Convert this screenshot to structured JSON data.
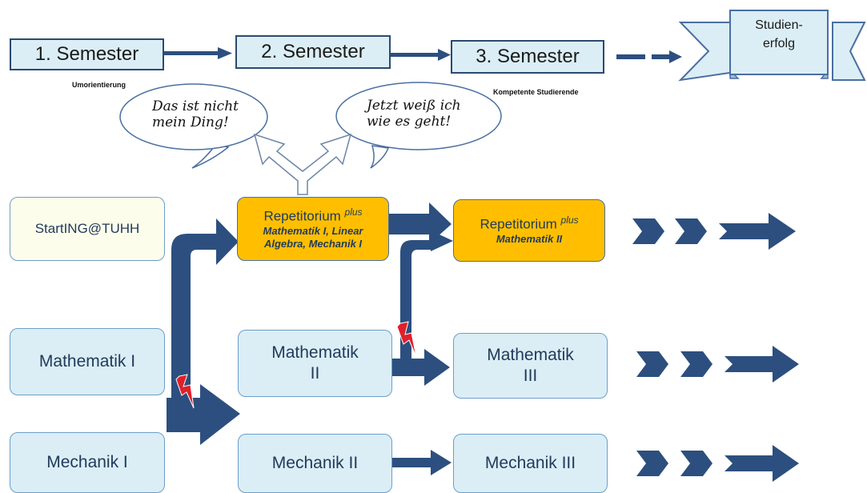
{
  "semesters": [
    {
      "label": "1. Semester"
    },
    {
      "label": "2. Semester"
    },
    {
      "label": "3. Semester"
    }
  ],
  "notes": {
    "umorientierung": "Umorientierung",
    "kompetente": "Kompetente Studierende"
  },
  "goal": {
    "line1": "Studien-",
    "line2": "erfolg"
  },
  "bubbles": {
    "left": {
      "line1": "Das ist nicht",
      "line2": "mein Ding!"
    },
    "right": {
      "line1": "Jetzt weiß ich",
      "line2": "wie es geht!"
    }
  },
  "boxes": {
    "start": "StartING@TUHH",
    "rep1": {
      "title": "Repetitorium",
      "sup": "plus",
      "subtitle_line1": "Mathematik I, Linear",
      "subtitle_line2": "Algebra, Mechanik I"
    },
    "rep2": {
      "title": "Repetitorium",
      "sup": "plus",
      "subtitle": "Mathematik II"
    },
    "math1": "Mathematik I",
    "math2_line1": "Mathematik",
    "math2_line2": "II",
    "math3_line1": "Mathematik",
    "math3_line2": "III",
    "mech1": "Mechanik I",
    "mech2": "Mechanik II",
    "mech3": "Mechanik III"
  },
  "colors": {
    "arrow": "#2c4f7f",
    "box_fill": "#dbeef6",
    "rep_fill": "#ffbf00",
    "start_fill": "#fdfdeb",
    "lightning": "#e0202a"
  }
}
